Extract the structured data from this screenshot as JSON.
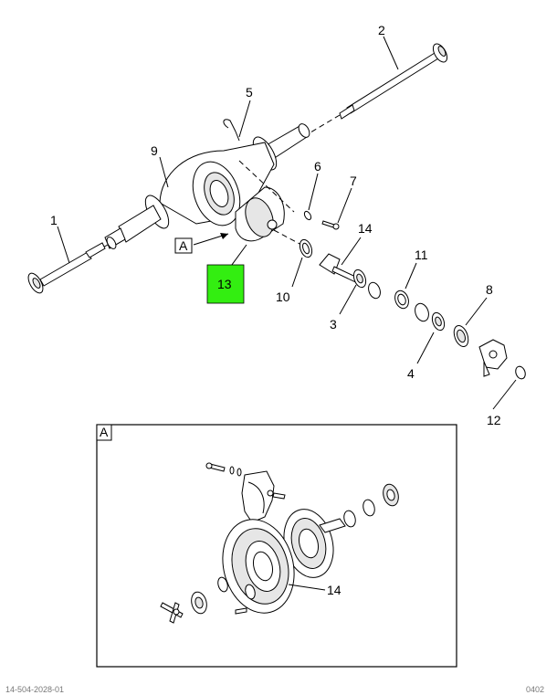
{
  "callouts": {
    "c1": "1",
    "c2": "2",
    "c3": "3",
    "c4": "4",
    "c5": "5",
    "c6": "6",
    "c7": "7",
    "c8": "8",
    "c9": "9",
    "c10": "10",
    "c11": "11",
    "c12": "12",
    "c13": "13",
    "c14": "14",
    "c14b": "14"
  },
  "view_label": "A",
  "detail_label": "A",
  "highlight_color": "#33ee11",
  "footer_left": "14-504-2028-01",
  "footer_right": "0402"
}
